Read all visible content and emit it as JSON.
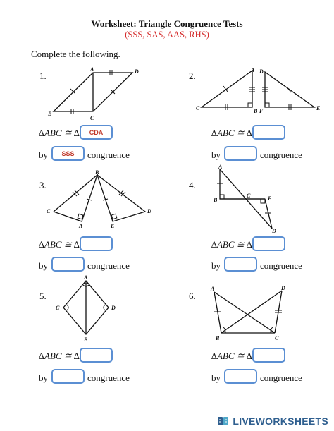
{
  "title": "Worksheet: Triangle Congruence Tests",
  "subtitle": "(SSS, SAS, AAS, RHS)",
  "instruction": "Complete the following.",
  "statement_prefix": "∆ABC ≅ ∆",
  "by_label": "by",
  "congruence_label": "congruence",
  "problems": [
    {
      "number": "1.",
      "answer_triangle": "CDA",
      "answer_test": "SSS"
    },
    {
      "number": "2.",
      "answer_triangle": "",
      "answer_test": ""
    },
    {
      "number": "3.",
      "answer_triangle": "",
      "answer_test": ""
    },
    {
      "number": "4.",
      "answer_triangle": "",
      "answer_test": ""
    },
    {
      "number": "5.",
      "answer_triangle": "",
      "answer_test": ""
    },
    {
      "number": "6.",
      "answer_triangle": "",
      "answer_test": ""
    }
  ],
  "figures": {
    "p1": [
      "A",
      "D",
      "B",
      "C"
    ],
    "p2": [
      "A",
      "D",
      "C",
      "B",
      "F",
      "E"
    ],
    "p3": [
      "B",
      "C",
      "A",
      "E",
      "D"
    ],
    "p4": [
      "A",
      "B",
      "C",
      "E",
      "D"
    ],
    "p5": [
      "A",
      "C",
      "D",
      "B"
    ],
    "p6": [
      "A",
      "D",
      "B",
      "C"
    ]
  },
  "footer": {
    "brand": "LIVEWORKSHEETS",
    "logo_icon": "liveworksheets-logo-icon"
  },
  "colors": {
    "answer_border": "#5b8fd3",
    "answer_text": "#c0392b",
    "subtitle": "#d42a2a",
    "brand": "#2f5f8f"
  }
}
